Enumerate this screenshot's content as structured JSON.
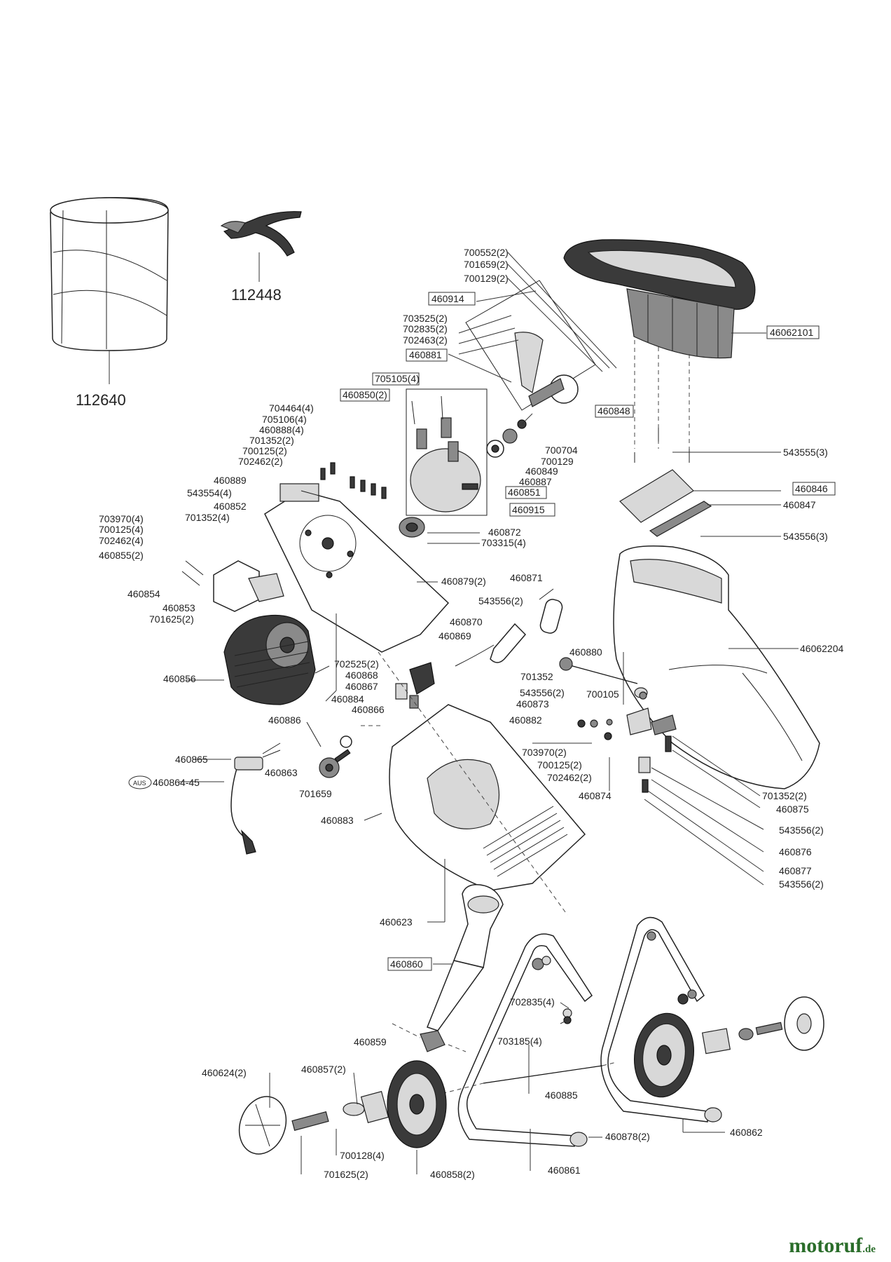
{
  "labels": [
    {
      "text": "112640"
    },
    {
      "text": "112448"
    },
    {
      "text": "700552(2)"
    },
    {
      "text": "701659(2)"
    },
    {
      "text": "700129(2)"
    },
    {
      "text": "460914",
      "boxed": true
    },
    {
      "text": "703525(2)"
    },
    {
      "text": "702835(2)"
    },
    {
      "text": "702463(2)"
    },
    {
      "text": "460881",
      "boxed": true
    },
    {
      "text": "46062101",
      "boxed": true
    },
    {
      "text": "705105(4)",
      "boxed": true
    },
    {
      "text": "460850(2)",
      "boxed": true
    },
    {
      "text": "460848",
      "boxed": true
    },
    {
      "text": "704464(4)"
    },
    {
      "text": "705106(4)"
    },
    {
      "text": "460888(4)"
    },
    {
      "text": "701352(2)"
    },
    {
      "text": "700125(2)"
    },
    {
      "text": "702462(2)"
    },
    {
      "text": "700704"
    },
    {
      "text": "700129"
    },
    {
      "text": "460849"
    },
    {
      "text": "460887"
    },
    {
      "text": "460851",
      "boxed": true
    },
    {
      "text": "460915",
      "boxed": true
    },
    {
      "text": "543555(3)"
    },
    {
      "text": "460846",
      "boxed": true
    },
    {
      "text": "460847"
    },
    {
      "text": "543556(3)"
    },
    {
      "text": "460889"
    },
    {
      "text": "543554(4)"
    },
    {
      "text": "460852"
    },
    {
      "text": "703970(4)"
    },
    {
      "text": "700125(4)"
    },
    {
      "text": "702462(4)"
    },
    {
      "text": "460855(2)"
    },
    {
      "text": "701352(4)"
    },
    {
      "text": "460872"
    },
    {
      "text": "703315(4)"
    },
    {
      "text": "460879(2)"
    },
    {
      "text": "460854"
    },
    {
      "text": "460853"
    },
    {
      "text": "701625(2)"
    },
    {
      "text": "460871"
    },
    {
      "text": "543556(2)"
    },
    {
      "text": "460870"
    },
    {
      "text": "460869"
    },
    {
      "text": "46062204"
    },
    {
      "text": "460880"
    },
    {
      "text": "701352"
    },
    {
      "text": "700105"
    },
    {
      "text": "460856"
    },
    {
      "text": "702525(2)"
    },
    {
      "text": "460868"
    },
    {
      "text": "460867"
    },
    {
      "text": "460884"
    },
    {
      "text": "460866"
    },
    {
      "text": "543556(2)"
    },
    {
      "text": "460873"
    },
    {
      "text": "460882"
    },
    {
      "text": "460886"
    },
    {
      "text": "460865"
    },
    {
      "text": "460864-45"
    },
    {
      "text": "460863"
    },
    {
      "text": "701659"
    },
    {
      "text": "703970(2)"
    },
    {
      "text": "700125(2)"
    },
    {
      "text": "702462(2)"
    },
    {
      "text": "460874"
    },
    {
      "text": "701352(2)"
    },
    {
      "text": "460875"
    },
    {
      "text": "543556(2)"
    },
    {
      "text": "460876"
    },
    {
      "text": "460877"
    },
    {
      "text": "543556(2)"
    },
    {
      "text": "460883"
    },
    {
      "text": "460623"
    },
    {
      "text": "460860",
      "boxed": true
    },
    {
      "text": "702835(4)"
    },
    {
      "text": "703185(4)"
    },
    {
      "text": "460859"
    },
    {
      "text": "460624(2)"
    },
    {
      "text": "460857(2)"
    },
    {
      "text": "460885"
    },
    {
      "text": "460862"
    },
    {
      "text": "700128(4)"
    },
    {
      "text": "460878(2)"
    },
    {
      "text": "701625(2)"
    },
    {
      "text": "460858(2)"
    },
    {
      "text": "460861"
    }
  ],
  "badge": {
    "text": "AUS"
  },
  "watermark": {
    "brand": "motoruf",
    "tld": ".de"
  }
}
